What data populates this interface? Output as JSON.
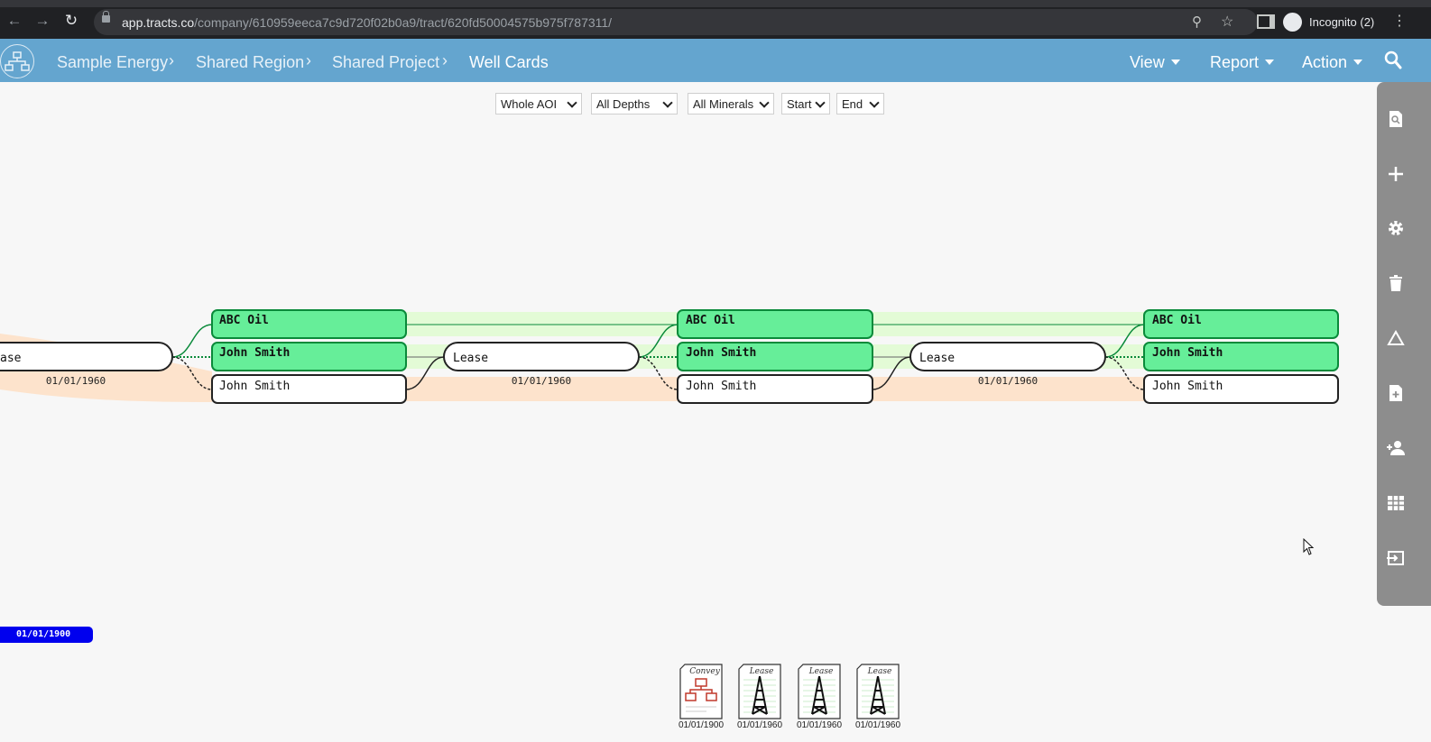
{
  "browser": {
    "url_host": "app.tracts.co",
    "url_path": "/company/610959eeca7c9d720f02b0a9/tract/620fd50004575b975f787311/",
    "profile_label": "Incognito (2)"
  },
  "header": {
    "breadcrumbs": [
      "Sample Energy",
      "Shared Region",
      "Shared Project",
      "Well Cards"
    ],
    "menus": [
      "View",
      "Report",
      "Action"
    ]
  },
  "filters": {
    "area": "Whole AOI",
    "depths": "All Depths",
    "minerals": "All Minerals",
    "start": "Start",
    "end": "End"
  },
  "diagram": {
    "left_partial_node": "ase",
    "lease_label": "Lease",
    "groups": [
      {
        "owners": [
          "ABC Oil",
          "John Smith",
          "John Smith"
        ]
      },
      {
        "owners": [
          "ABC Oil",
          "John Smith",
          "John Smith"
        ]
      },
      {
        "owners": [
          "ABC Oil",
          "John Smith",
          "John Smith"
        ]
      }
    ],
    "lease_dates": [
      "01/01/1960",
      "01/01/1960",
      "01/01/1960"
    ]
  },
  "timeline": {
    "start_tag": "01/01/1900",
    "documents": [
      {
        "type": "Convey",
        "date": "01/01/1900"
      },
      {
        "type": "Lease",
        "date": "01/01/1960"
      },
      {
        "type": "Lease",
        "date": "01/01/1960"
      },
      {
        "type": "Lease",
        "date": "01/01/1960"
      }
    ]
  },
  "colors": {
    "header": "#64a5cf",
    "owner_green": "#66ee99",
    "timeline_blue": "#0000ee",
    "band_peach": "#fde3cc",
    "band_green": "#e3fbd6"
  }
}
